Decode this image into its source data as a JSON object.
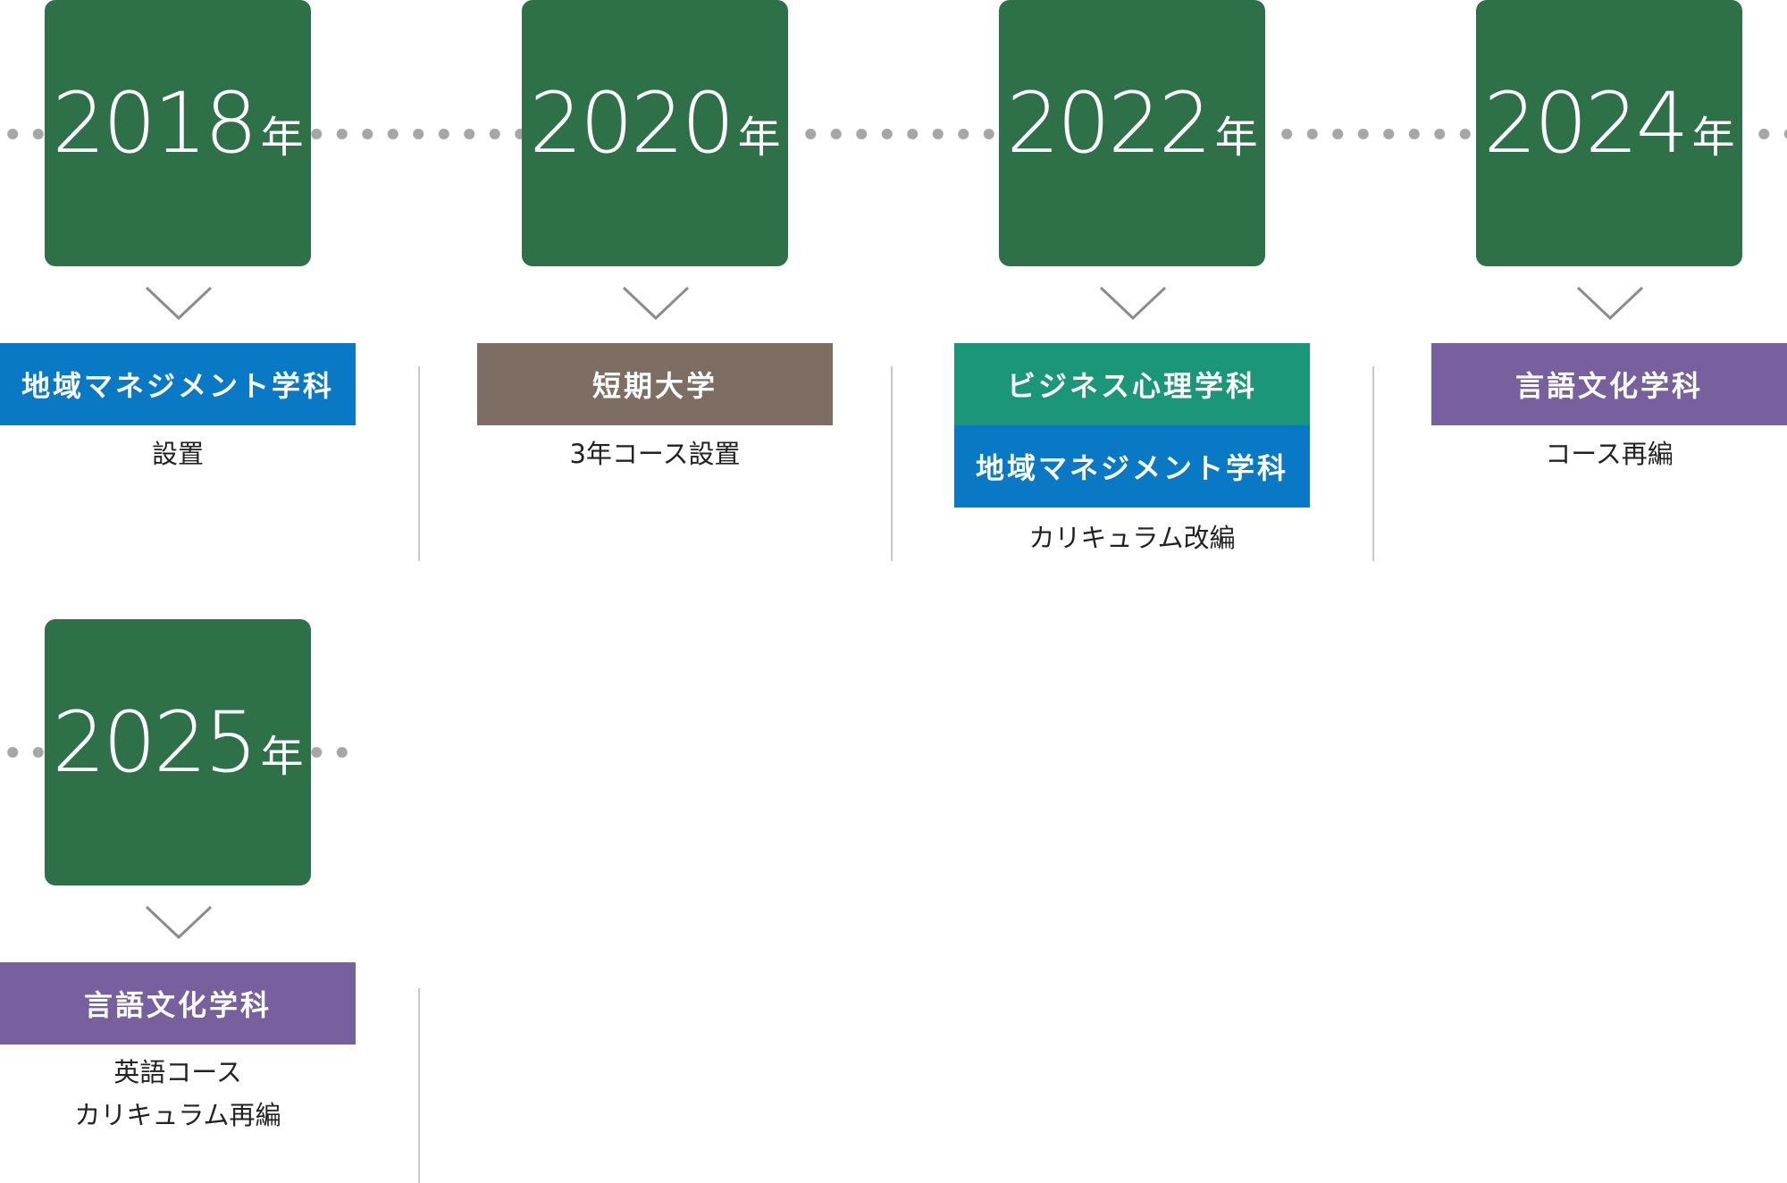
{
  "colors": {
    "year_box": "#2e7047",
    "regional_management": "#0a79c5",
    "junior_college": "#7d6d63",
    "business_psychology": "#1b9678",
    "language_culture": "#78609e",
    "dots": "#a6a6a6",
    "divider": "#c8c8c8"
  },
  "year_suffix": "年",
  "timeline": [
    {
      "year": "2018",
      "departments": [
        {
          "label": "地域マネジメント学科",
          "color": "#0a79c5"
        }
      ],
      "note": [
        "設置"
      ]
    },
    {
      "year": "2020",
      "departments": [
        {
          "label": "短期大学",
          "color": "#7d6d63"
        }
      ],
      "note": [
        "3年コース設置"
      ]
    },
    {
      "year": "2022",
      "departments": [
        {
          "label": "ビジネス心理学科",
          "color": "#1b9678"
        },
        {
          "label": "地域マネジメント学科",
          "color": "#0a79c5"
        }
      ],
      "note": [
        "カリキュラム改編"
      ]
    },
    {
      "year": "2024",
      "departments": [
        {
          "label": "言語文化学科",
          "color": "#78609e"
        }
      ],
      "note": [
        "コース再編"
      ]
    },
    {
      "year": "2025",
      "departments": [
        {
          "label": "言語文化学科",
          "color": "#78609e"
        }
      ],
      "note": [
        "英語コース",
        "カリキュラム再編"
      ]
    }
  ]
}
